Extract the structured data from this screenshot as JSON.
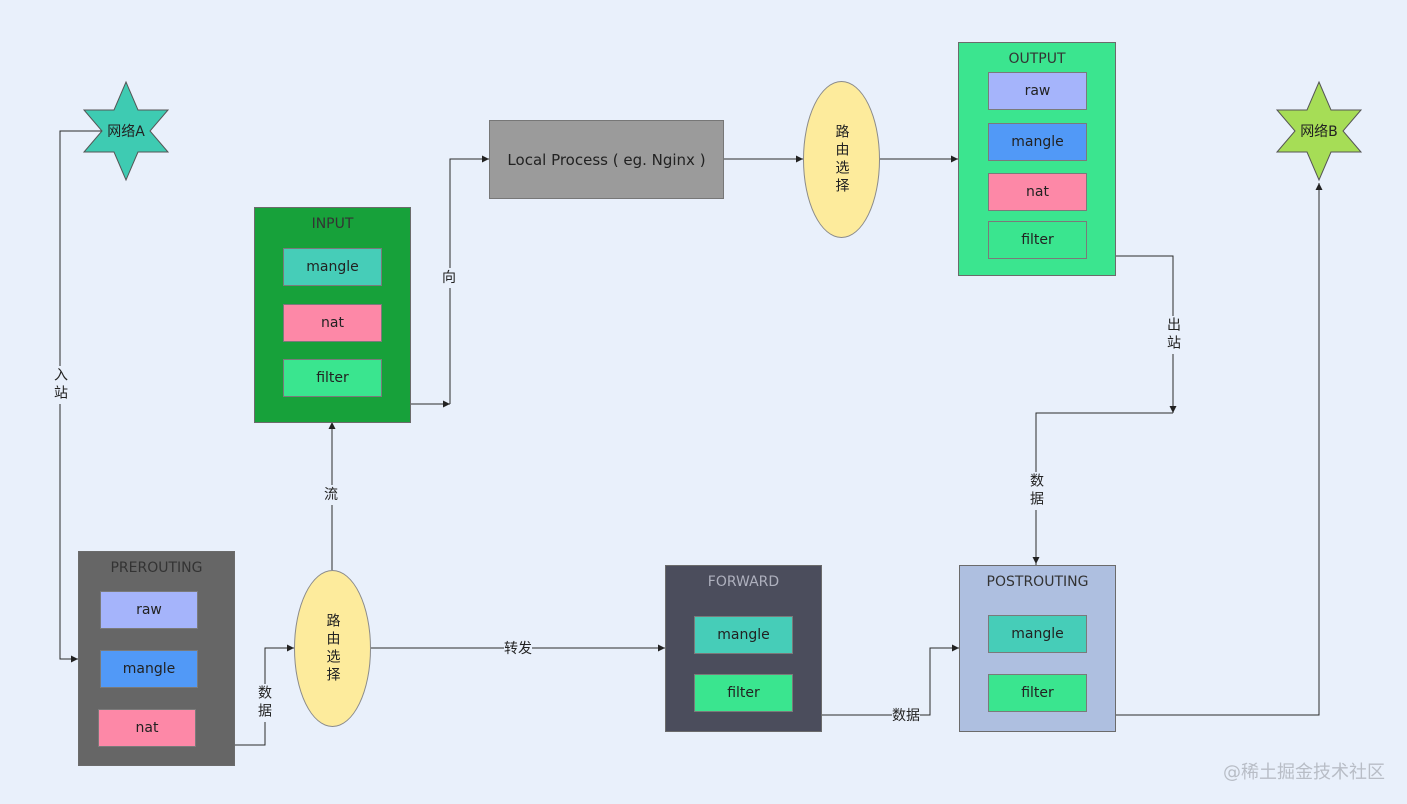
{
  "networks": {
    "a": {
      "label": "网络A",
      "color": "#3ecbb2"
    },
    "b": {
      "label": "网络B",
      "color": "#a6dd56"
    }
  },
  "process": {
    "label": "Local Process ( eg. Nginx )",
    "color": "#9b9b9b"
  },
  "routing": {
    "label": "路由选择",
    "color": "#fdeb9c"
  },
  "chains": {
    "prerouting": {
      "title": "PREROUTING",
      "color": "#666666",
      "tables": [
        "raw",
        "mangle",
        "nat"
      ]
    },
    "input": {
      "title": "INPUT",
      "color": "#17a13a",
      "tables": [
        "mangle",
        "nat",
        "filter"
      ]
    },
    "output": {
      "title": "OUTPUT",
      "color": "#3be58f",
      "tables": [
        "raw",
        "mangle",
        "nat",
        "filter"
      ]
    },
    "forward": {
      "title": "FORWARD",
      "color": "#4b4d5c",
      "tables": [
        "mangle",
        "filter"
      ]
    },
    "postrouting": {
      "title": "POSTROUTING",
      "color": "#aebfe0",
      "tables": [
        "mangle",
        "filter"
      ]
    }
  },
  "table_colors": {
    "raw": "#a5b4fb",
    "mangle": "#46cdb8",
    "mangle_alt": "#5199f7",
    "nat": "#fd88a7",
    "filter": "#3ae58f"
  },
  "edge_labels": {
    "inbound": "入站",
    "outbound": "出站",
    "data": "数据",
    "flow": "流",
    "to": "向",
    "forward": "转发"
  },
  "watermark": "@稀土掘金技术社区"
}
